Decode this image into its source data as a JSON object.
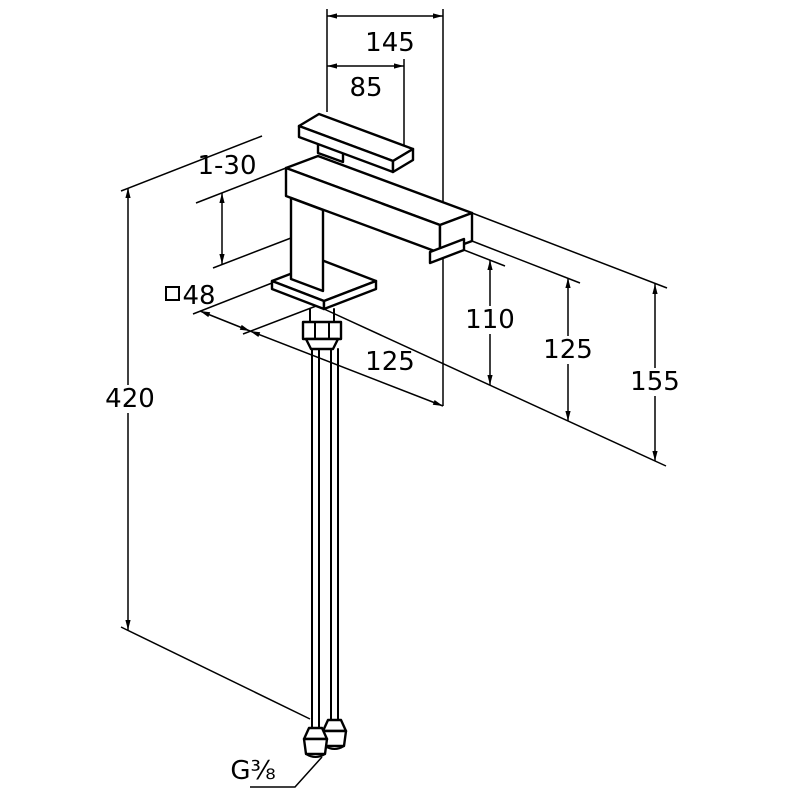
{
  "colors": {
    "line": "#000000",
    "background": "#ffffff"
  },
  "drawing": {
    "labels": {
      "d145": "145",
      "d85": "85",
      "d_range": "1-30",
      "d48": "48",
      "d110": "110",
      "d125_right": "125",
      "d155": "155",
      "d125_reach": "125",
      "d420": "420",
      "thread": "G⅜"
    },
    "icons": {
      "square_section_symbol": "□"
    }
  }
}
